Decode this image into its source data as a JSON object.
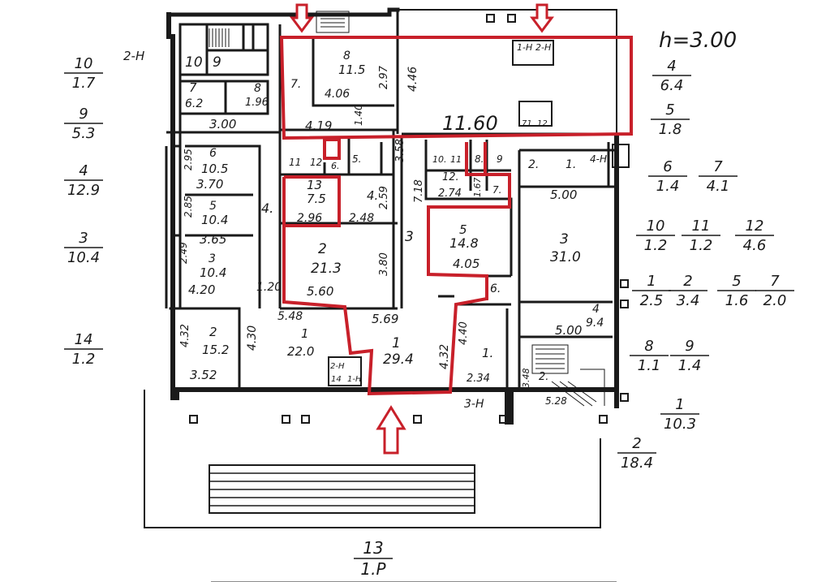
{
  "height_label": "h=3.00",
  "colors": {
    "ink": "#1a1a1a",
    "highlight": "#c8202a",
    "background": "#ffffff"
  },
  "labels": [
    {
      "id": "l-2h-left",
      "text": "2-H"
    },
    {
      "id": "l-10-tl",
      "text": "10"
    },
    {
      "id": "l-9-tl",
      "text": "9"
    },
    {
      "id": "l-7-num",
      "text": "7"
    },
    {
      "id": "l-62",
      "text": "6.2"
    },
    {
      "id": "l-8-top",
      "text": "8"
    },
    {
      "id": "l-196",
      "text": "1.96"
    },
    {
      "id": "l-300",
      "text": "3.00"
    },
    {
      "id": "l-6-num",
      "text": "6"
    },
    {
      "id": "l-105",
      "text": "10.5"
    },
    {
      "id": "l-370",
      "text": "3.70"
    },
    {
      "id": "l-295",
      "text": "2.95"
    },
    {
      "id": "l-5-num",
      "text": "5"
    },
    {
      "id": "l-104a",
      "text": "10.4"
    },
    {
      "id": "l-365",
      "text": "3.65"
    },
    {
      "id": "l-285",
      "text": "2.85"
    },
    {
      "id": "l-3-num",
      "text": "3"
    },
    {
      "id": "l-104b",
      "text": "10.4"
    },
    {
      "id": "l-420",
      "text": "4.20"
    },
    {
      "id": "l-249",
      "text": "2.49"
    },
    {
      "id": "l-4-corr",
      "text": "4."
    },
    {
      "id": "l-120",
      "text": "1.20"
    },
    {
      "id": "l-8-r",
      "text": "8"
    },
    {
      "id": "l-115",
      "text": "11.5"
    },
    {
      "id": "l-406",
      "text": "4.06"
    },
    {
      "id": "l-297",
      "text": "2.97"
    },
    {
      "id": "l-446",
      "text": "4.46"
    },
    {
      "id": "l-7-r",
      "text": "7."
    },
    {
      "id": "l-419",
      "text": "4.19"
    },
    {
      "id": "l-140",
      "text": "1.40"
    },
    {
      "id": "l-1160",
      "text": "11.60"
    },
    {
      "id": "l-1n",
      "text": "1-Н"
    },
    {
      "id": "l-2n",
      "text": "2-Н"
    },
    {
      "id": "l-71",
      "text": "71"
    },
    {
      "id": "l-12",
      "text": "12"
    },
    {
      "id": "l-11",
      "text": "11"
    },
    {
      "id": "l-12b",
      "text": "12"
    },
    {
      "id": "l-6-small",
      "text": "6."
    },
    {
      "id": "l-5-small",
      "text": "5."
    },
    {
      "id": "l-358",
      "text": "3.58"
    },
    {
      "id": "l-13",
      "text": "13"
    },
    {
      "id": "l-75",
      "text": "7.5"
    },
    {
      "id": "l-296",
      "text": "2.96"
    },
    {
      "id": "l-4-mid",
      "text": "4."
    },
    {
      "id": "l-248",
      "text": "2.48"
    },
    {
      "id": "l-259",
      "text": "2.59"
    },
    {
      "id": "l-2-big",
      "text": "2"
    },
    {
      "id": "l-213",
      "text": "21.3"
    },
    {
      "id": "l-560",
      "text": "5.60"
    },
    {
      "id": "l-380",
      "text": "3.80"
    },
    {
      "id": "l-3-corr",
      "text": "3"
    },
    {
      "id": "l-718",
      "text": "7.18"
    },
    {
      "id": "l-10-s",
      "text": "10."
    },
    {
      "id": "l-11-s",
      "text": "11"
    },
    {
      "id": "l-12-s",
      "text": "12."
    },
    {
      "id": "l-274",
      "text": "2.74"
    },
    {
      "id": "l-167",
      "text": "1.67"
    },
    {
      "id": "l-8-s",
      "text": "8."
    },
    {
      "id": "l-9-s",
      "text": "9"
    },
    {
      "id": "l-7-s",
      "text": "7."
    },
    {
      "id": "l-5-r",
      "text": "5"
    },
    {
      "id": "l-148",
      "text": "14.8"
    },
    {
      "id": "l-405",
      "text": "4.05"
    },
    {
      "id": "l-6-r",
      "text": "6."
    },
    {
      "id": "l-2-r",
      "text": "2."
    },
    {
      "id": "l-1-r",
      "text": "1."
    },
    {
      "id": "l-4n",
      "text": "4-Н"
    },
    {
      "id": "l-500a",
      "text": "5.00"
    },
    {
      "id": "l-3-rr",
      "text": "3"
    },
    {
      "id": "l-310",
      "text": "31.0"
    },
    {
      "id": "l-4-rr",
      "text": "4"
    },
    {
      "id": "l-94",
      "text": "9.4"
    },
    {
      "id": "l-500b",
      "text": "5.00"
    },
    {
      "id": "l-548",
      "text": "5.48"
    },
    {
      "id": "l-569",
      "text": "5.69"
    },
    {
      "id": "l-2-bl",
      "text": "2"
    },
    {
      "id": "l-152",
      "text": "15.2"
    },
    {
      "id": "l-432a",
      "text": "4.32"
    },
    {
      "id": "l-352",
      "text": "3.52"
    },
    {
      "id": "l-430",
      "text": "4.30"
    },
    {
      "id": "l-1-bl",
      "text": "1"
    },
    {
      "id": "l-220",
      "text": "22.0"
    },
    {
      "id": "l-1-bc",
      "text": "1"
    },
    {
      "id": "l-294",
      "text": "29.4"
    },
    {
      "id": "l-432b",
      "text": "4.32"
    },
    {
      "id": "l-440",
      "text": "4.40"
    },
    {
      "id": "l-1-corr",
      "text": "1."
    },
    {
      "id": "l-234",
      "text": "2.34"
    },
    {
      "id": "l-3n",
      "text": "3-Н"
    },
    {
      "id": "l-2-st",
      "text": "2."
    },
    {
      "id": "l-348",
      "text": "3.48"
    },
    {
      "id": "l-528",
      "text": "5.28"
    },
    {
      "id": "l-2h-b",
      "text": "2-Н"
    },
    {
      "id": "l-14-b",
      "text": "14"
    },
    {
      "id": "l-1h-b",
      "text": "1-Н"
    }
  ],
  "side_fractions": [
    {
      "id": "f-10",
      "num": "10",
      "den": "1.7"
    },
    {
      "id": "f-9",
      "num": "9",
      "den": "5.3"
    },
    {
      "id": "f-4",
      "num": "4",
      "den": "12.9"
    },
    {
      "id": "f-3",
      "num": "3",
      "den": "10.4"
    },
    {
      "id": "f-14",
      "num": "14",
      "den": "1.2"
    },
    {
      "id": "f-r4",
      "num": "4",
      "den": "6.4"
    },
    {
      "id": "f-r5",
      "num": "5",
      "den": "1.8"
    },
    {
      "id": "f-r6",
      "num": "6",
      "den": "1.4"
    },
    {
      "id": "f-r7",
      "num": "7",
      "den": "4.1"
    },
    {
      "id": "f-r10",
      "num": "10",
      "den": "1.2"
    },
    {
      "id": "f-r11",
      "num": "11",
      "den": "1.2"
    },
    {
      "id": "f-r12",
      "num": "12",
      "den": "4.6"
    },
    {
      "id": "f-r1",
      "num": "1",
      "den": "2.5"
    },
    {
      "id": "f-r2",
      "num": "2",
      "den": "3.4"
    },
    {
      "id": "f-r5b",
      "num": "5",
      "den": "1.6"
    },
    {
      "id": "f-r7b",
      "num": "7",
      "den": "2.0"
    },
    {
      "id": "f-r8",
      "num": "8",
      "den": "1.1"
    },
    {
      "id": "f-r9",
      "num": "9",
      "den": "1.4"
    },
    {
      "id": "f-rb1",
      "num": "1",
      "den": "10.3"
    },
    {
      "id": "f-rb2",
      "num": "2",
      "den": "18.4"
    },
    {
      "id": "f-13",
      "num": "13",
      "den": "1.P"
    }
  ]
}
